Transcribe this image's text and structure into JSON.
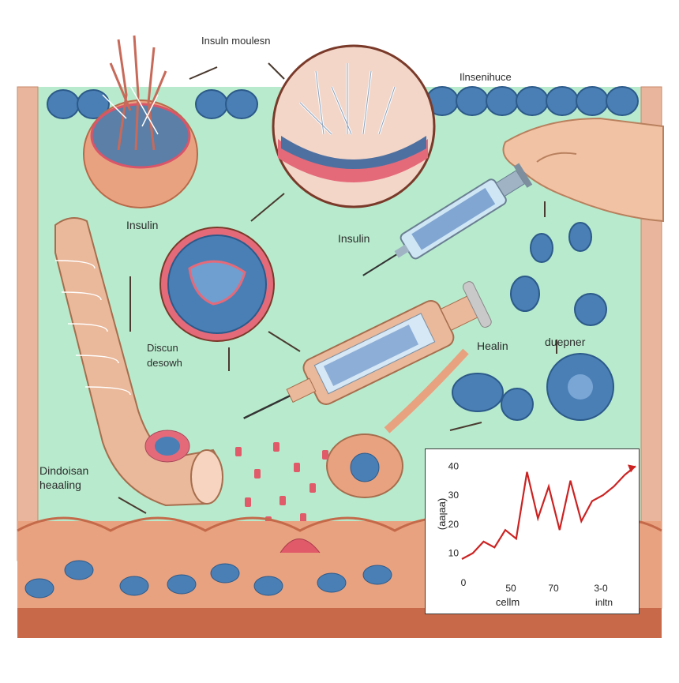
{
  "labels": {
    "insulin_molecule": "Insuln moulesn",
    "top_right": "Ilnsenihuce",
    "insulin_left": "Insulin",
    "insulin_center": "Insulin",
    "discun": "Discun",
    "desowh": "desowh",
    "healin": "Healin",
    "duepner": "duepner",
    "dindoisan": "Dindoisan",
    "heaaling": "heaaling"
  },
  "colors": {
    "background_fluid": "#b8ebcd",
    "cell_blue": "#4a7fb5",
    "skin_tissue": "#e9a27f",
    "syringe_body": "#eab89a",
    "chart_line": "#cc2222"
  },
  "chart_data": {
    "type": "line",
    "xlabel": "cellm",
    "ylabel": "(ɐɐlɐɐ)",
    "x_ticks": [
      "0",
      "50",
      "70",
      "3-0",
      "inltn"
    ],
    "y_ticks": [
      "10",
      "20",
      "30",
      "40"
    ],
    "ylim": [
      5,
      42
    ],
    "series": [
      {
        "values": [
          8,
          10,
          14,
          12,
          18,
          15,
          38,
          22,
          33,
          18,
          35,
          21,
          28,
          30,
          33,
          37,
          40
        ]
      }
    ]
  }
}
